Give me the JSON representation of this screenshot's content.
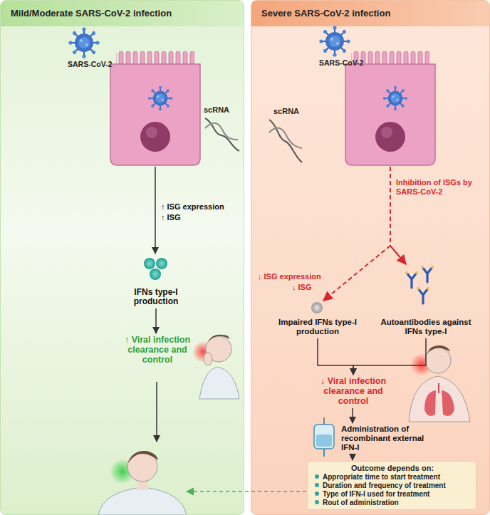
{
  "diagram": {
    "nodes": [
      {
        "text": [
          "Mild/Moderate SARS-CoV-2 infection"
        ]
      },
      {
        "text": [
          "Severe SARS-CoV-2 infection"
        ]
      },
      {
        "text": [
          "IFNs type-I production"
        ],
        "in": 0
      },
      {
        "text": [
          "↑ Viral infection clearance and control"
        ],
        "in": 0
      },
      {
        "text": [
          "Impaired IFNs type-I production"
        ],
        "in": 1
      },
      {
        "text": [
          "Autoantibodies against IFNs type-I"
        ],
        "in": 1
      },
      {
        "text": [
          "↓ Viral infection clearance and control"
        ],
        "in": 1
      },
      {
        "text": [
          "Administration of recombinant external IFN-I"
        ],
        "in": 1
      },
      {
        "text": [
          "Outcome depends on:",
          "Appropriate time to start treatment",
          "Duration and frequency of treatment",
          "Type of IFN-I used for treatment",
          "Rout of administration"
        ],
        "in": 1
      }
    ],
    "edges": [
      {
        "from": 2,
        "to": 3,
        "arrow": "to"
      },
      {
        "from": 4,
        "to": 6,
        "arrow": "to"
      },
      {
        "from": 5,
        "to": 6,
        "arrow": "to"
      },
      {
        "from": 6,
        "to": 7,
        "arrow": "to"
      },
      {
        "from": 7,
        "to": 8,
        "arrow": "to"
      }
    ],
    "labels": [
      "SARS-CoV-2",
      "scRNA",
      "↑ ISG expression",
      "↑ ISG",
      "SARS-CoV-2",
      "scRNA",
      "Inhibition of ISGs by SARS-CoV-2",
      "↓ ISG expression",
      "↓ ISG"
    ]
  }
}
